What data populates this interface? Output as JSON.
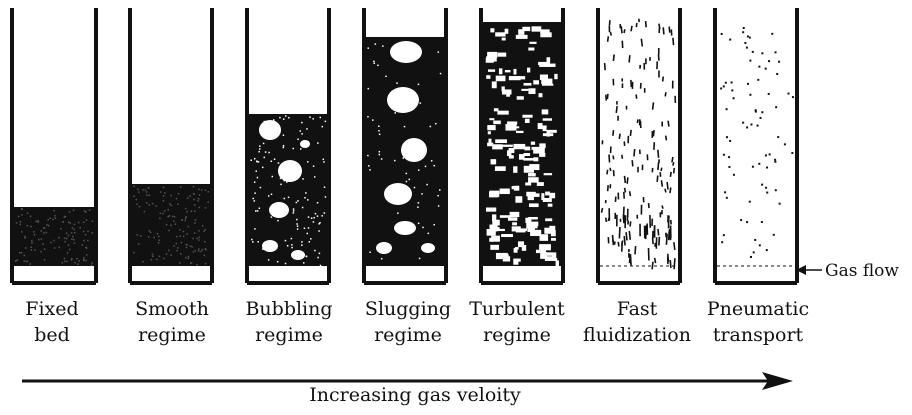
{
  "columns": [
    {
      "line1": "Fixed",
      "line2": "bed"
    },
    {
      "line1": "Smooth",
      "line2": "regime"
    },
    {
      "line1": "Bubbling",
      "line2": "regime"
    },
    {
      "line1": "Slugging",
      "line2": "regime"
    },
    {
      "line1": "Turbulent",
      "line2": "regime"
    },
    {
      "line1": "Fast",
      "line2": "fluidization"
    },
    {
      "line1": "Pneumatic",
      "line2": "transport"
    }
  ],
  "gas_flow_label": "Gas flow",
  "axis_label": "Increasing gas veloity"
}
